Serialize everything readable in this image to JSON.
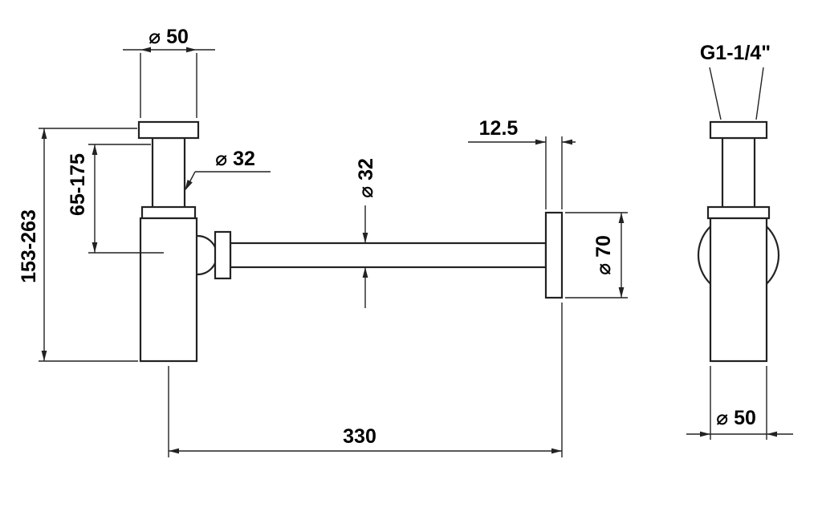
{
  "drawing": {
    "labels": {
      "top_flange_diameter": "⌀ 50",
      "inlet_diameter": "⌀ 32",
      "height_adjust_range": "65-175",
      "total_height_range": "153-263",
      "flange_offset": "12.5",
      "tube_diameter": "⌀ 32",
      "wall_flange_diameter": "⌀ 70",
      "tube_length": "330",
      "thread": "G1-1/4\"",
      "body_diameter": "⌀ 50"
    },
    "colors": {
      "line": "#222222",
      "text": "#000000",
      "background": "#ffffff"
    }
  }
}
